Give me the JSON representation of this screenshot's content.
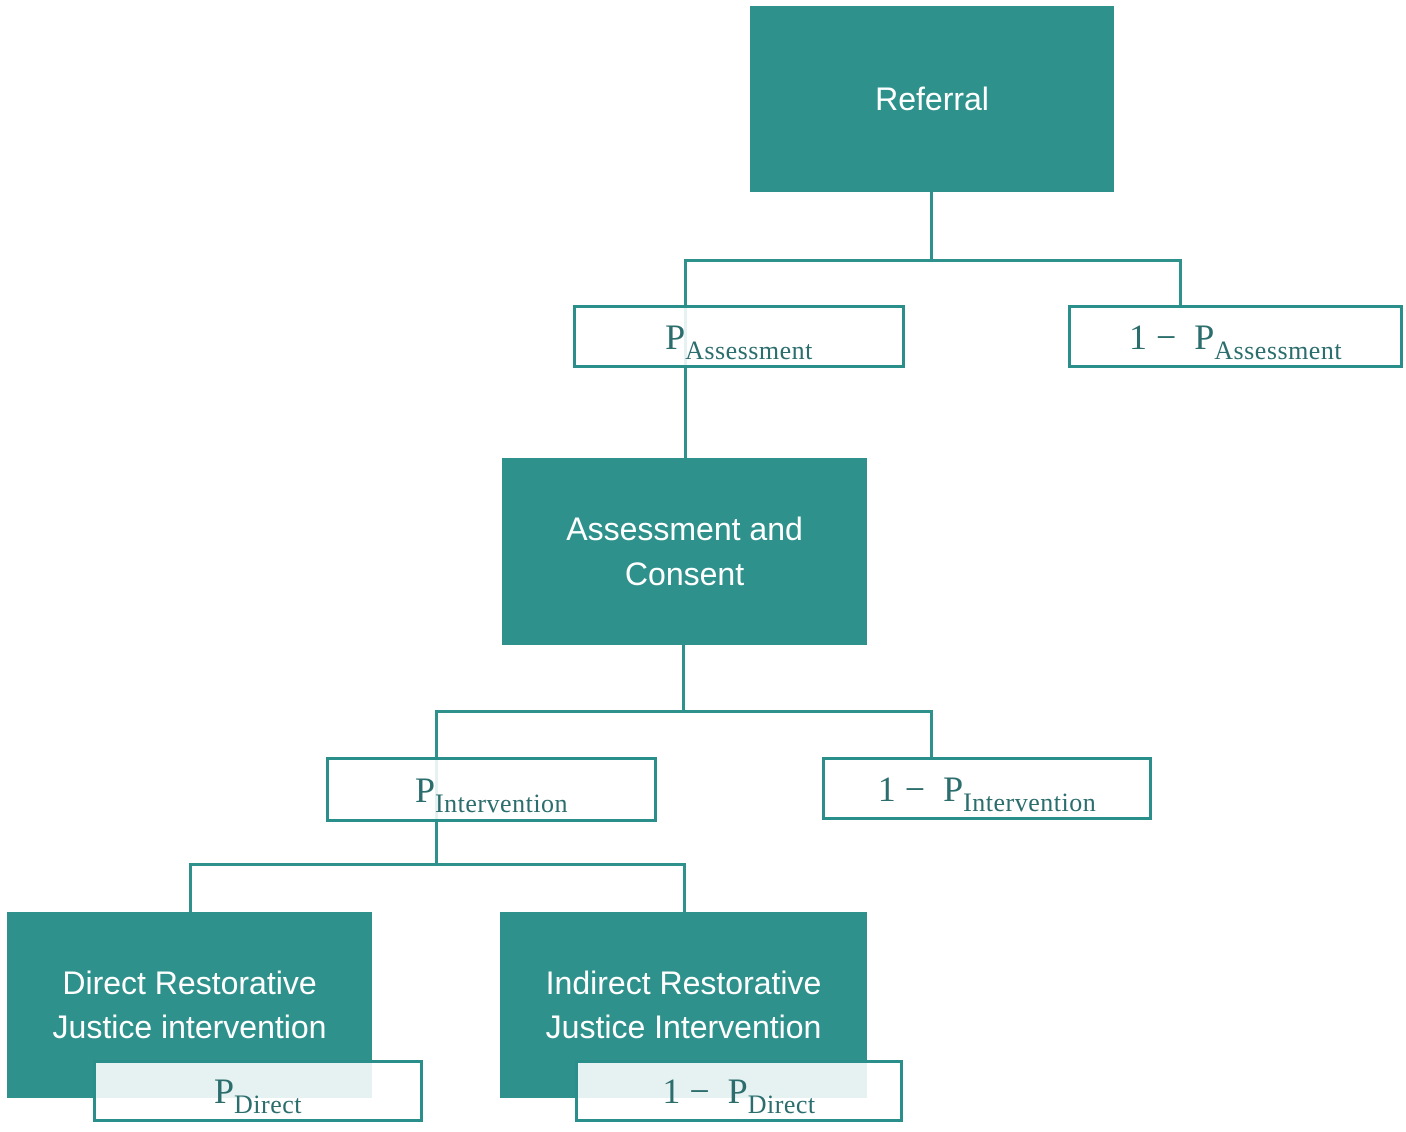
{
  "colors": {
    "teal": "#2E918C",
    "box_border": "#2A8F8A",
    "label_text": "#2C6D6D",
    "node_text": "#FFFFFF",
    "background": "#FFFFFF"
  },
  "nodes": {
    "referral": {
      "label": "Referral"
    },
    "p_assessment": {
      "base": "P",
      "sub": "Assessment"
    },
    "one_minus_p_assessment": {
      "prefix": "1 −",
      "base": "P",
      "sub": "Assessment"
    },
    "assessment_consent": {
      "label": "Assessment and Consent"
    },
    "p_intervention": {
      "base": "P",
      "sub": "Intervention"
    },
    "one_minus_p_intervention": {
      "prefix": "1 −",
      "base": "P",
      "sub": "Intervention"
    },
    "direct_intervention": {
      "label": "Direct Restorative Justice intervention"
    },
    "indirect_intervention": {
      "label": "Indirect Restorative Justice Intervention"
    },
    "p_direct": {
      "base": "P",
      "sub": "Direct"
    },
    "one_minus_p_direct": {
      "prefix": "1 −",
      "base": "P",
      "sub": "Direct"
    }
  }
}
